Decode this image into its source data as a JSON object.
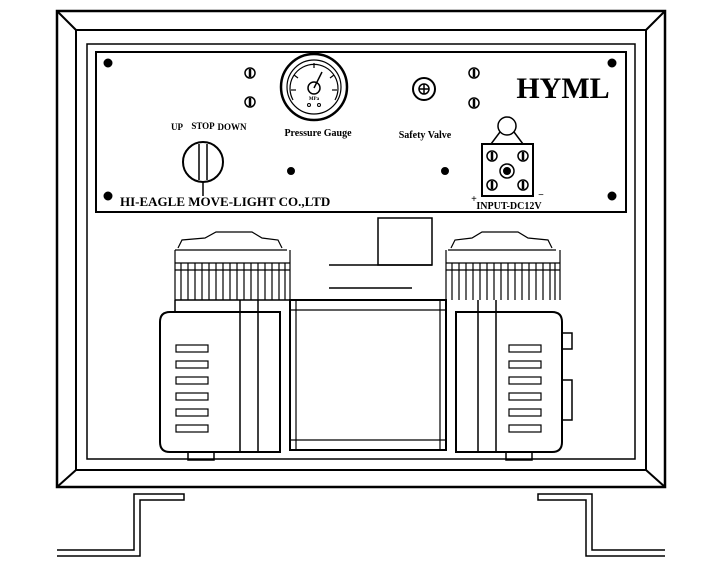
{
  "panel": {
    "brand": "HYML",
    "company": "HI-EAGLE MOVE-LIGHT CO.,LTD",
    "switch_positions": {
      "up": "UP",
      "stop": "STOP",
      "down": "DOWN"
    },
    "pressure_gauge_label": "Pressure Gauge",
    "gauge_unit": "MPa",
    "safety_valve_label": "Safety Valve",
    "input_label": "INPUT-DC12V",
    "plus_sign": "+",
    "minus_sign": "−"
  }
}
